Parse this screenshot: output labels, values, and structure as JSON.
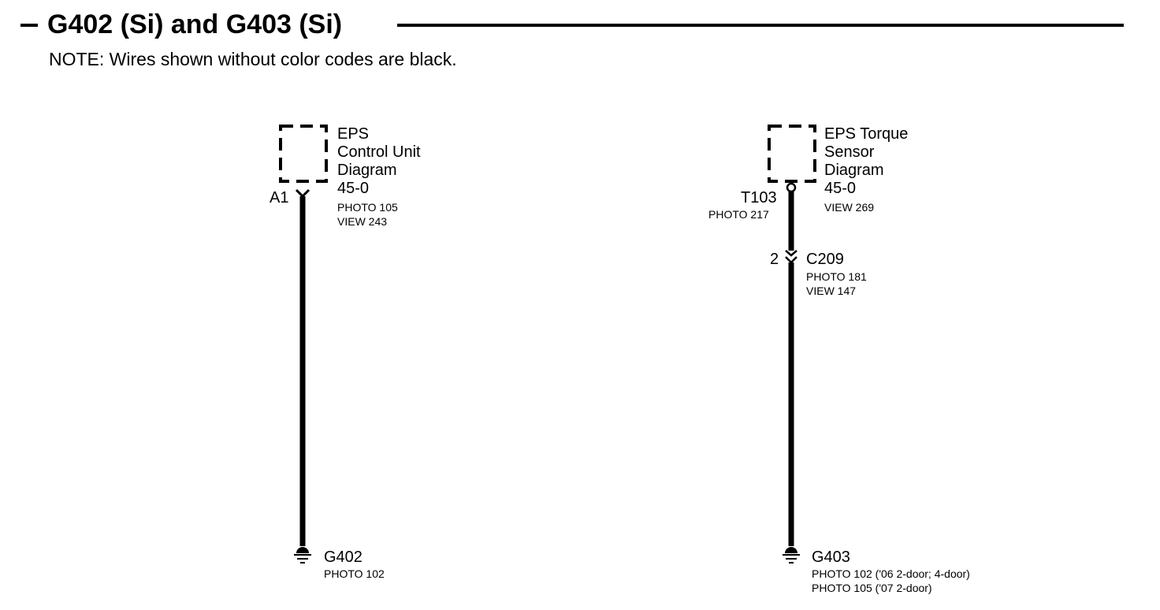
{
  "header": {
    "title": "G402 (Si) and G403 (Si)",
    "note": "NOTE: Wires shown without color codes are black."
  },
  "left_circuit": {
    "component": [
      "EPS",
      "Control Unit",
      "Diagram",
      "45-0"
    ],
    "component_refs": [
      "PHOTO 105",
      "VIEW 243"
    ],
    "terminal": "A1",
    "ground": {
      "name": "G402",
      "refs": [
        "PHOTO 102"
      ]
    }
  },
  "right_circuit": {
    "component": [
      "EPS Torque",
      "Sensor",
      "Diagram",
      "45-0"
    ],
    "component_refs": [
      "VIEW 269"
    ],
    "terminal": "T103",
    "terminal_ref": "PHOTO 217",
    "connector": {
      "pin": "2",
      "name": "C209",
      "refs": [
        "PHOTO 181",
        "VIEW 147"
      ]
    },
    "ground": {
      "name": "G403",
      "refs": [
        "PHOTO 102 ('06 2-door; 4-door)",
        "PHOTO 105 ('07 2-door)"
      ]
    }
  }
}
